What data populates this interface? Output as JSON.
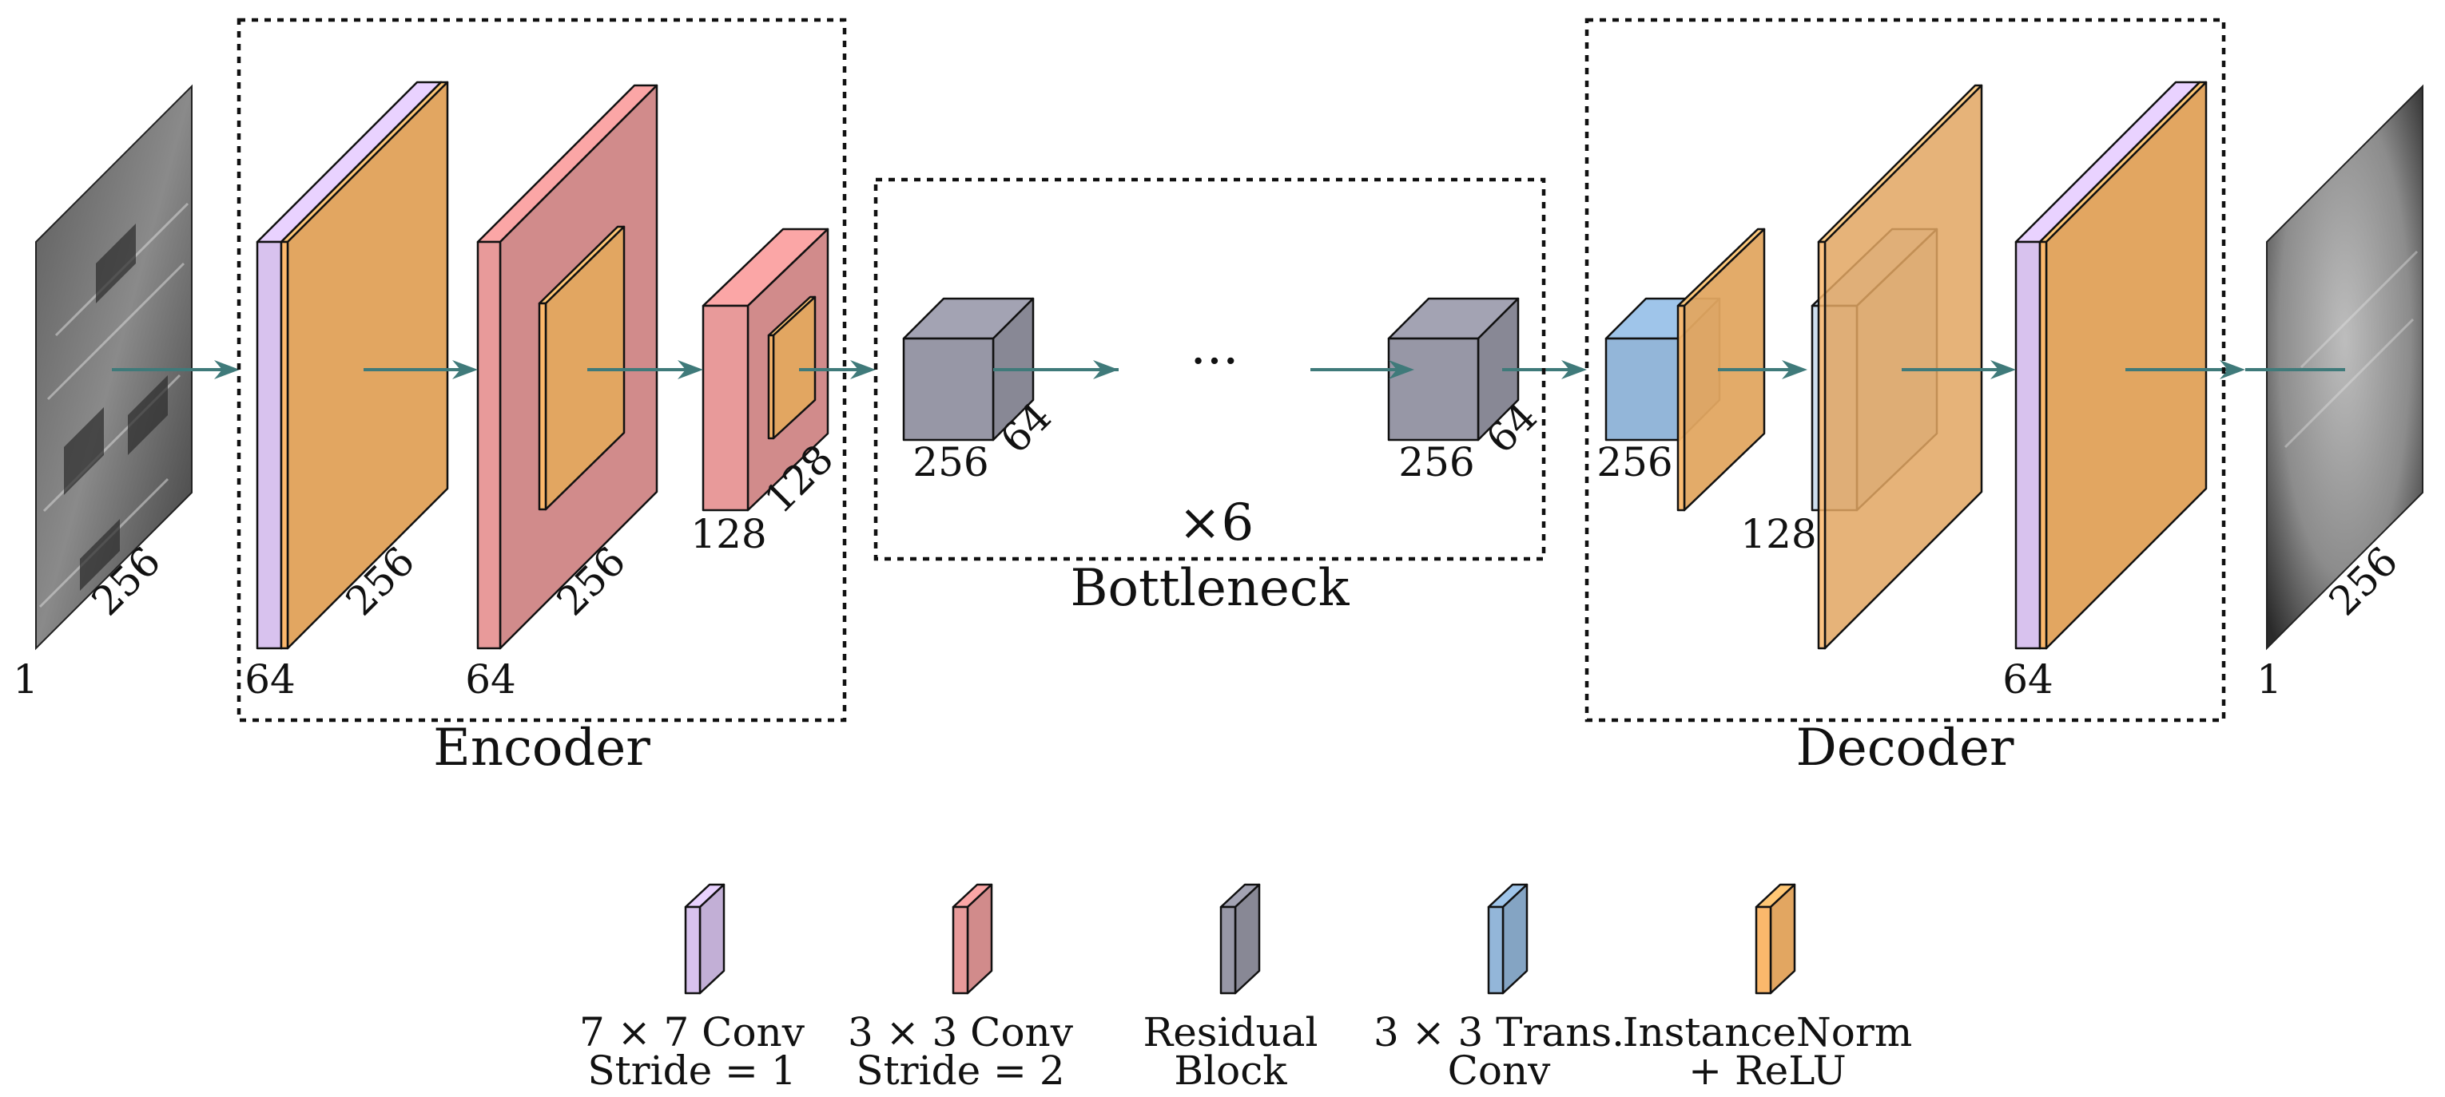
{
  "groups": {
    "encoder": "Encoder",
    "bottleneck": "Bottleneck",
    "decoder": "Decoder",
    "repeat": "×6"
  },
  "ellipsis": "···",
  "dims": {
    "input_channels": "1",
    "input_size": "256",
    "enc1_channels": "64",
    "enc1_size": "256",
    "enc2_channels": "64",
    "enc2_size": "256",
    "enc3_channels": "128",
    "enc3_size": "128",
    "res1_width": "256",
    "res1_depth": "64",
    "res2_width": "256",
    "res2_depth": "64",
    "dec1_width": "256",
    "dec2_channels": "128",
    "dec3_channels": "64",
    "output_channels": "1",
    "output_size": "256"
  },
  "legend": [
    {
      "line1": "7 × 7 Conv",
      "line2": "Stride = 1",
      "color": "#d8c2ee",
      "icon": "conv7x7-icon"
    },
    {
      "line1": "3 × 3 Conv",
      "line2": "Stride = 2",
      "color": "#e89a9a",
      "icon": "conv3x3-icon"
    },
    {
      "line1": "Residual",
      "line2": "Block",
      "color": "#9797a6",
      "icon": "residual-block-icon"
    },
    {
      "line1": "3 × 3 Trans.",
      "line2": "Conv",
      "color": "#93b6d9",
      "icon": "trans-conv-icon"
    },
    {
      "line1": "InstanceNorm",
      "line2": "+ ReLU",
      "color": "#fbb86c",
      "icon": "instancenorm-relu-icon"
    }
  ],
  "colors": {
    "conv7": "#d8c2ee",
    "conv3": "#e89a9a",
    "residual": "#9797a6",
    "transconv": "#93b6d9",
    "norm": "#fbb86c",
    "arrow": "#3f7a7a"
  }
}
